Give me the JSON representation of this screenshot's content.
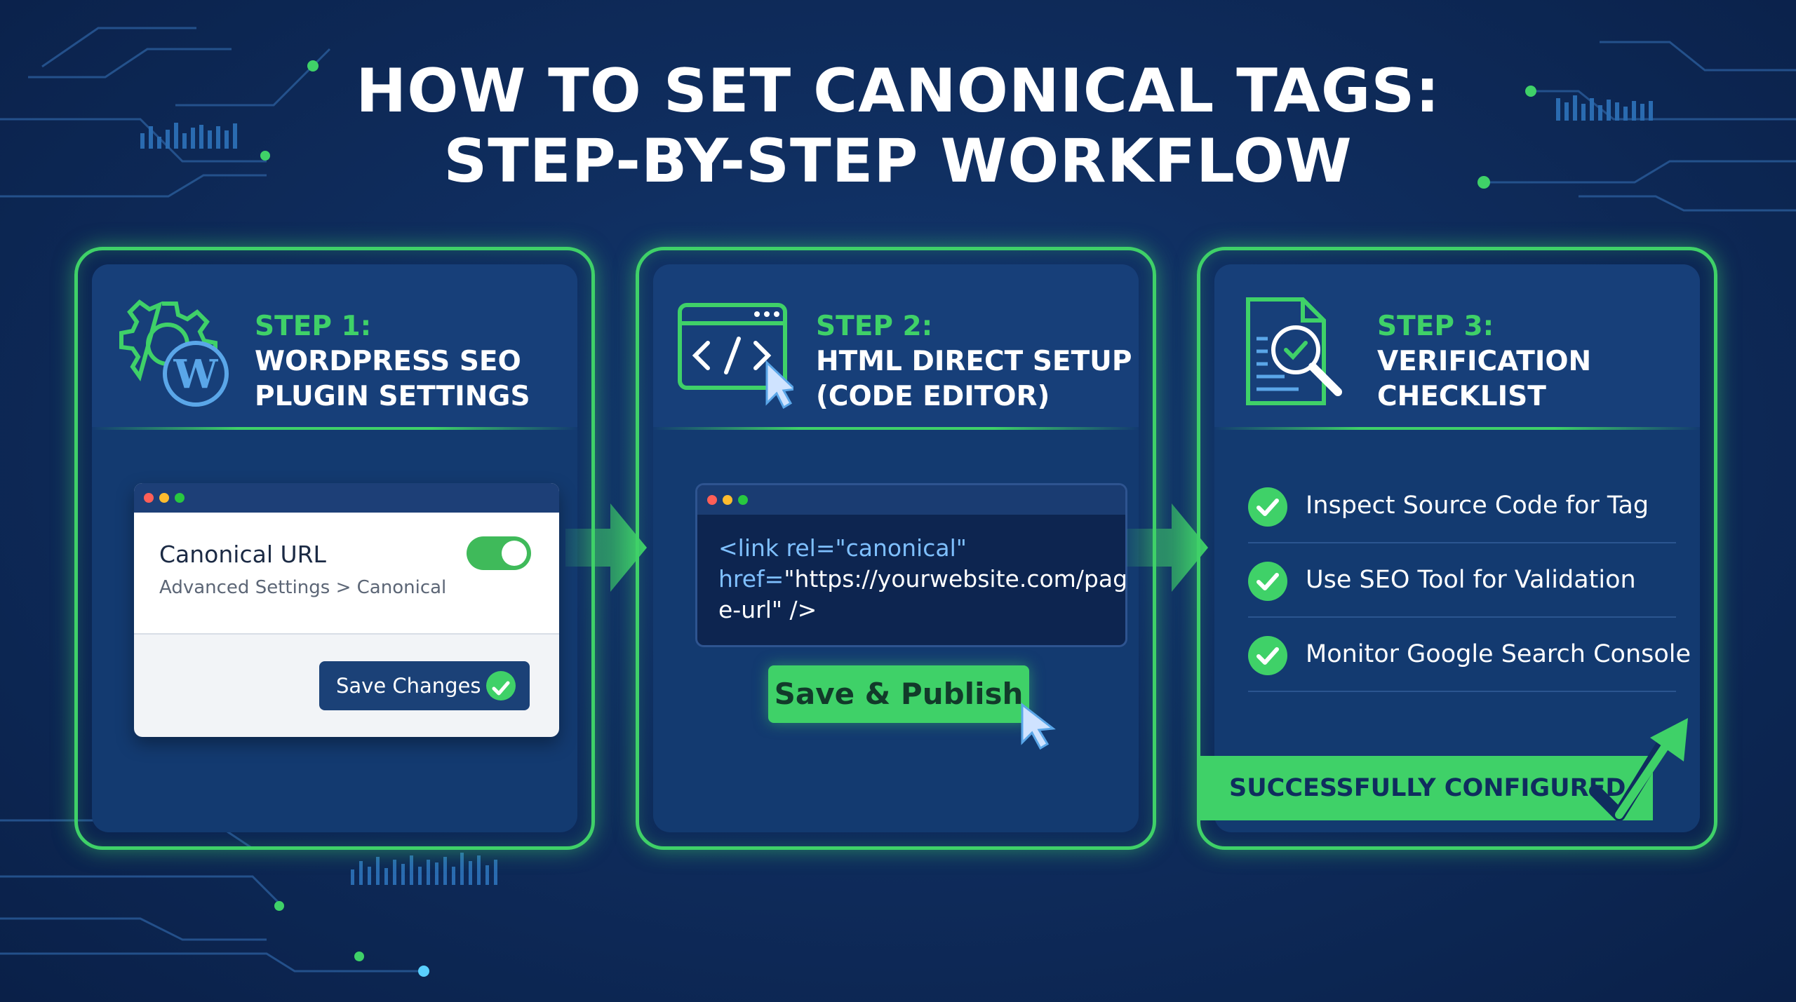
{
  "title": {
    "line1": "HOW TO SET CANONICAL TAGS:",
    "line2": "STEP-BY-STEP WORKFLOW"
  },
  "colors": {
    "background": "#0f2d5e",
    "accent_green": "#3fd168",
    "panel": "#133a70",
    "button_blue": "#1b4177"
  },
  "steps": [
    {
      "label": "STEP 1:",
      "lines": [
        "WORDPRESS SEO",
        "PLUGIN SETTINGS"
      ],
      "icon": "gear-wordpress-icon"
    },
    {
      "label": "STEP 2:",
      "lines": [
        "HTML DIRECT SETUP",
        "(CODE EDITOR)"
      ],
      "icon": "code-window-icon"
    },
    {
      "label": "STEP 3:",
      "lines": [
        "VERIFICATION",
        "CHECKLIST"
      ],
      "icon": "document-magnifier-icon"
    }
  ],
  "plugin_settings": {
    "field_title": "Canonical URL",
    "breadcrumb": "Advanced Settings > Canonical",
    "toggle_on": true,
    "save_label": "Save Changes"
  },
  "code_editor": {
    "line1": "<link rel=\"canonical\"",
    "line2_attr": "href=",
    "line2_value": "\"https://yourwebsite.com/pag",
    "line3": "e-url\" />",
    "publish_label": "Save & Publish"
  },
  "checklist": [
    "Inspect Source Code for Tag",
    "Use SEO Tool for Validation",
    "Monitor Google Search Console"
  ],
  "success_label": "SUCCESSFULLY CONFIGURED"
}
